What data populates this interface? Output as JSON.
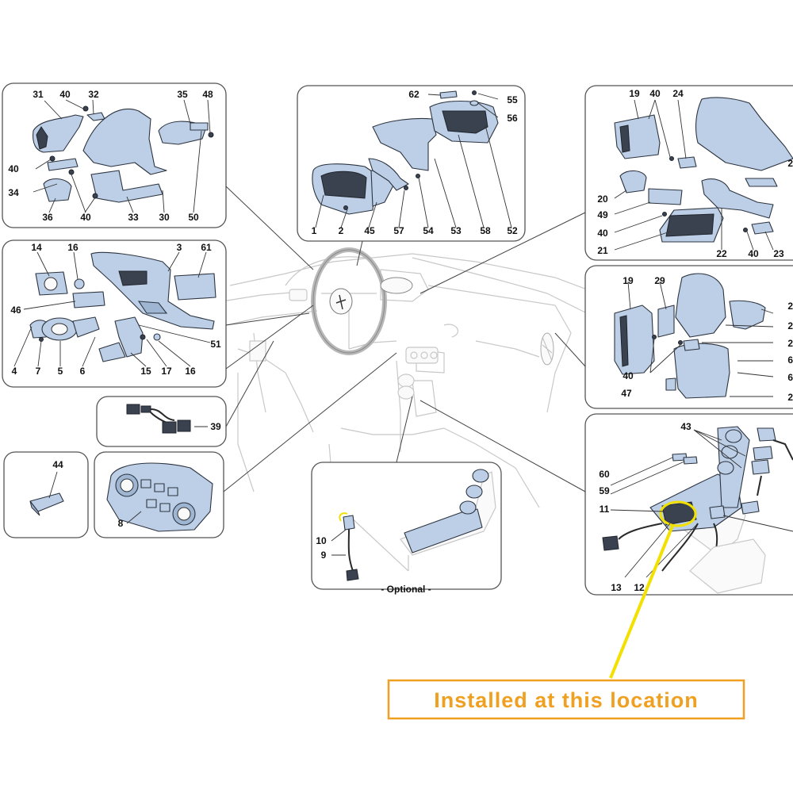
{
  "callout": {
    "text": "Installed at this location",
    "color": "#f0a020",
    "highlight_color": "#f2e100"
  },
  "optional_label": "- Optional -",
  "part_fill_color": "#bccfe6",
  "labels": {
    "p1": [
      "31",
      "40",
      "32",
      "35",
      "48",
      "40",
      "34",
      "36",
      "40",
      "33",
      "30",
      "50"
    ],
    "p2": [
      "62",
      "55",
      "56",
      "1",
      "2",
      "45",
      "57",
      "54",
      "53",
      "58",
      "52"
    ],
    "p3": [
      "19",
      "40",
      "24",
      "20",
      "49",
      "40",
      "21",
      "22",
      "40",
      "23",
      "2"
    ],
    "p4": [
      "14",
      "16",
      "3",
      "61",
      "46",
      "51",
      "4",
      "7",
      "5",
      "6",
      "15",
      "17",
      "16"
    ],
    "p5": [
      "19",
      "29",
      "2",
      "2",
      "2",
      "6",
      "6",
      "40",
      "47",
      "2"
    ],
    "p6": [
      "39"
    ],
    "p7": [
      "44"
    ],
    "p8": [
      "8"
    ],
    "p9": [
      "10",
      "9"
    ],
    "p10": [
      "43",
      "60",
      "59",
      "11",
      "13",
      "12"
    ]
  }
}
